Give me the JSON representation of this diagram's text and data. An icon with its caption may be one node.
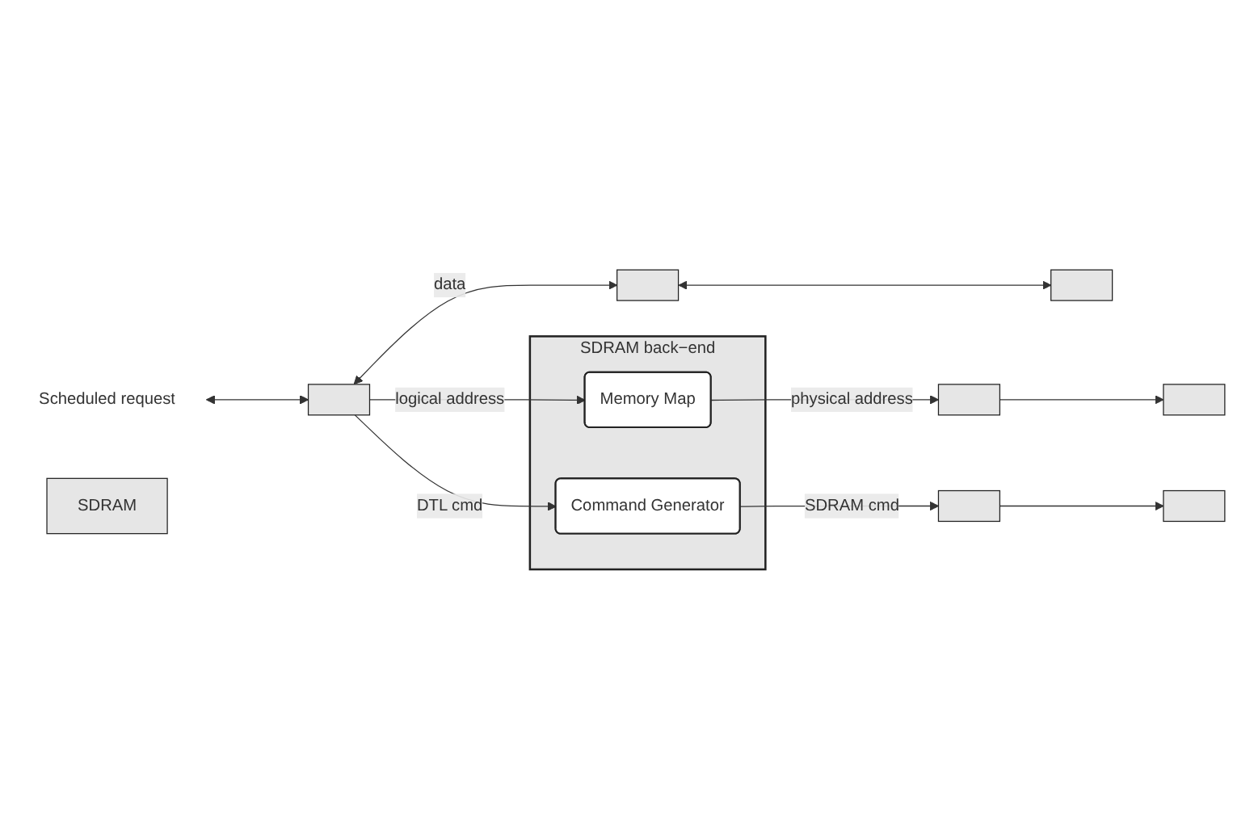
{
  "diagram": {
    "nodes": [
      {
        "text": [
          "SDRAM back−end"
        ]
      },
      {
        "text": [
          "Scheduled request"
        ]
      },
      {
        "text": [],
        "shape": "box"
      },
      {
        "text": [
          "Memory Map"
        ],
        "in": 0
      },
      {
        "text": [
          "Command Generator"
        ],
        "in": 0
      },
      {
        "text": [],
        "shape": "box"
      },
      {
        "text": [],
        "shape": "box"
      },
      {
        "text": [],
        "shape": "box"
      },
      {
        "text": [],
        "shape": "box"
      },
      {
        "text": [],
        "shape": "box"
      },
      {
        "text": [],
        "shape": "box"
      },
      {
        "text": [
          "SDRAM"
        ]
      }
    ],
    "edges": [
      {
        "from": 1,
        "to": 2,
        "arrow": "both"
      },
      {
        "from": 2,
        "to": 5,
        "arrow": "both",
        "label": "data"
      },
      {
        "from": 2,
        "to": 3,
        "arrow": "to",
        "label": "logical address"
      },
      {
        "from": 2,
        "to": 4,
        "arrow": "to",
        "label": "DTL cmd"
      },
      {
        "from": 3,
        "to": 6,
        "arrow": "to",
        "label": "physical address"
      },
      {
        "from": 4,
        "to": 7,
        "arrow": "to",
        "label": "SDRAM cmd"
      },
      {
        "from": 5,
        "to": 8,
        "arrow": "both"
      },
      {
        "from": 6,
        "to": 9,
        "arrow": "to"
      },
      {
        "from": 7,
        "to": 10,
        "arrow": "to"
      }
    ]
  }
}
